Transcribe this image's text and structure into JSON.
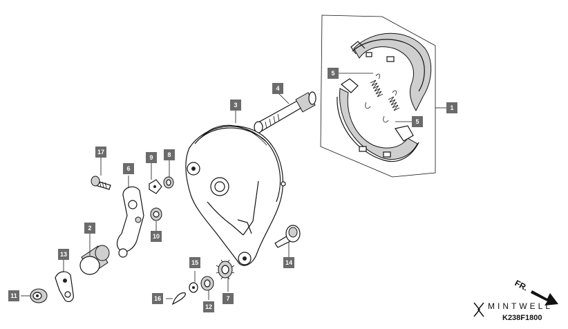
{
  "callouts": [
    {
      "id": "c1",
      "label": "1"
    },
    {
      "id": "c2",
      "label": "2"
    },
    {
      "id": "c3",
      "label": "3"
    },
    {
      "id": "c4",
      "label": "4"
    },
    {
      "id": "c5a",
      "label": "5"
    },
    {
      "id": "c5b",
      "label": "5"
    },
    {
      "id": "c6",
      "label": "6"
    },
    {
      "id": "c7",
      "label": "7"
    },
    {
      "id": "c8",
      "label": "8"
    },
    {
      "id": "c9",
      "label": "9"
    },
    {
      "id": "c10",
      "label": "10"
    },
    {
      "id": "c11",
      "label": "11"
    },
    {
      "id": "c12",
      "label": "12"
    },
    {
      "id": "c13",
      "label": "13"
    },
    {
      "id": "c14",
      "label": "14"
    },
    {
      "id": "c15",
      "label": "15"
    },
    {
      "id": "c16",
      "label": "16"
    },
    {
      "id": "c17",
      "label": "17"
    }
  ],
  "direction_label": "FR.",
  "brand": "MINTWELL",
  "figure_code": "K238F1800",
  "colors": {
    "callout_box": "#6b6b6b",
    "ink": "#111111"
  }
}
